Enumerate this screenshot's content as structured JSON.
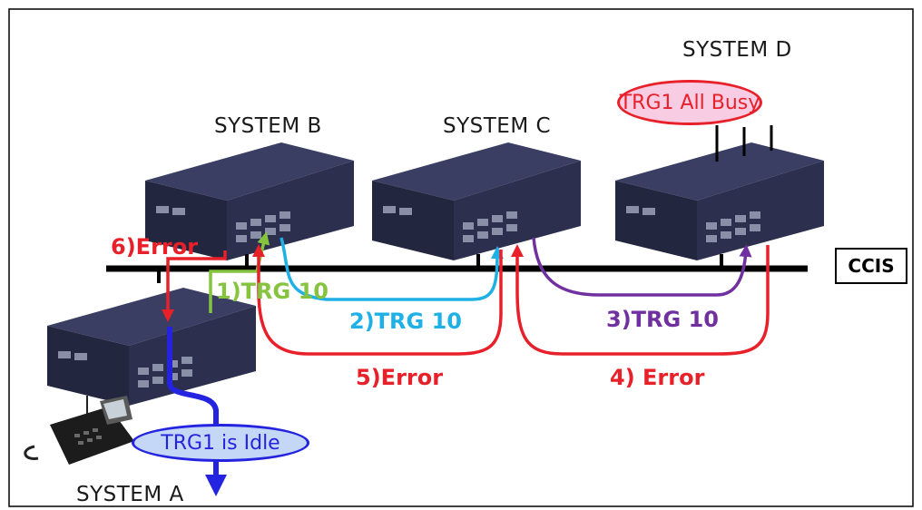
{
  "systems": {
    "a_label": "SYSTEM  A",
    "b_label": "SYSTEM  B",
    "c_label": "SYSTEM  C",
    "d_label": "SYSTEM  D"
  },
  "status": {
    "all_busy": "TRG1 All Busy",
    "idle": "TRG1 is Idle"
  },
  "network": {
    "label": "CCIS"
  },
  "flows": {
    "step1": "1)TRG 10",
    "step2": "2)TRG 10",
    "step3": "3)TRG 10",
    "step4": "4) Error",
    "step5": "5)Error",
    "step6": "6)Error"
  },
  "colors": {
    "step1": "#86c440",
    "step2": "#1fb1e6",
    "step3": "#7030a0",
    "error": "#e8202a",
    "idle_route": "#2424e0",
    "pbx_body": "#2a2d4a"
  }
}
